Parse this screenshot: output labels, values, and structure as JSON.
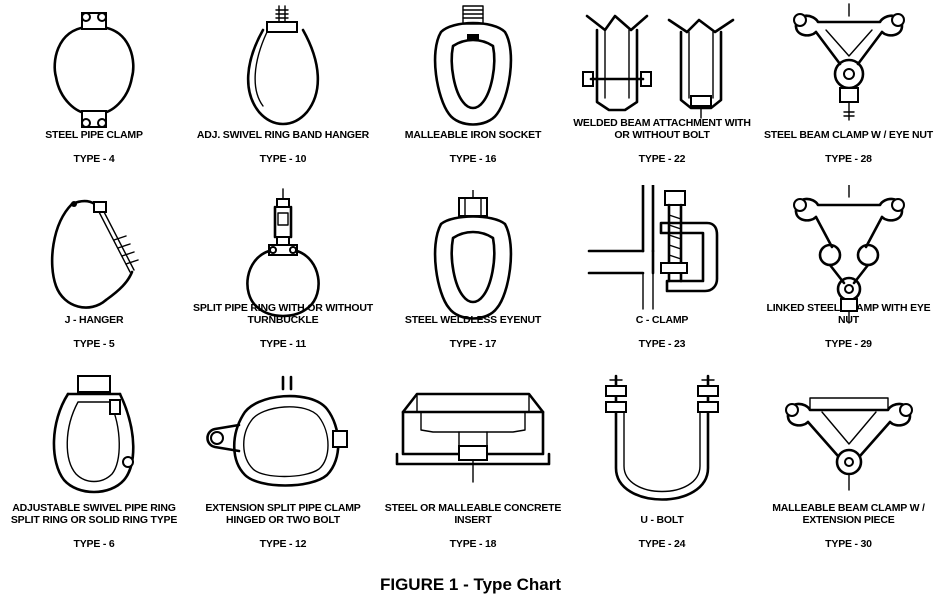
{
  "figure": {
    "caption": "FIGURE 1 - Type Chart"
  },
  "items": [
    {
      "name": "STEEL PIPE CLAMP",
      "type": "TYPE - 4"
    },
    {
      "name": "ADJ. SWIVEL RING BAND HANGER",
      "type": "TYPE - 10"
    },
    {
      "name": "MALLEABLE IRON SOCKET",
      "type": "TYPE - 16"
    },
    {
      "name": "WELDED BEAM ATTACHMENT WITH OR WITHOUT BOLT",
      "type": "TYPE - 22"
    },
    {
      "name": "STEEL BEAM CLAMP W / EYE NUT",
      "type": "TYPE - 28"
    },
    {
      "name": "J - HANGER",
      "type": "TYPE - 5"
    },
    {
      "name": "SPLIT PIPE RING WITH OR WITHOUT TURNBUCKLE",
      "type": "TYPE - 11"
    },
    {
      "name": "STEEL WELDLESS EYENUT",
      "type": "TYPE - 17"
    },
    {
      "name": "C - CLAMP",
      "type": "TYPE - 23"
    },
    {
      "name": "LINKED STEEL CLAMP WITH EYE NUT",
      "type": "TYPE - 29"
    },
    {
      "name": "ADJUSTABLE SWIVEL PIPE RING SPLIT RING OR SOLID RING TYPE",
      "type": "TYPE - 6"
    },
    {
      "name": "EXTENSION SPLIT PIPE CLAMP HINGED OR TWO BOLT",
      "type": "TYPE - 12"
    },
    {
      "name": "STEEL OR MALLEABLE CONCRETE INSERT",
      "type": "TYPE - 18"
    },
    {
      "name": "U - BOLT",
      "type": "TYPE - 24"
    },
    {
      "name": "MALLEABLE BEAM CLAMP W / EXTENSION PIECE",
      "type": "TYPE - 30"
    }
  ]
}
